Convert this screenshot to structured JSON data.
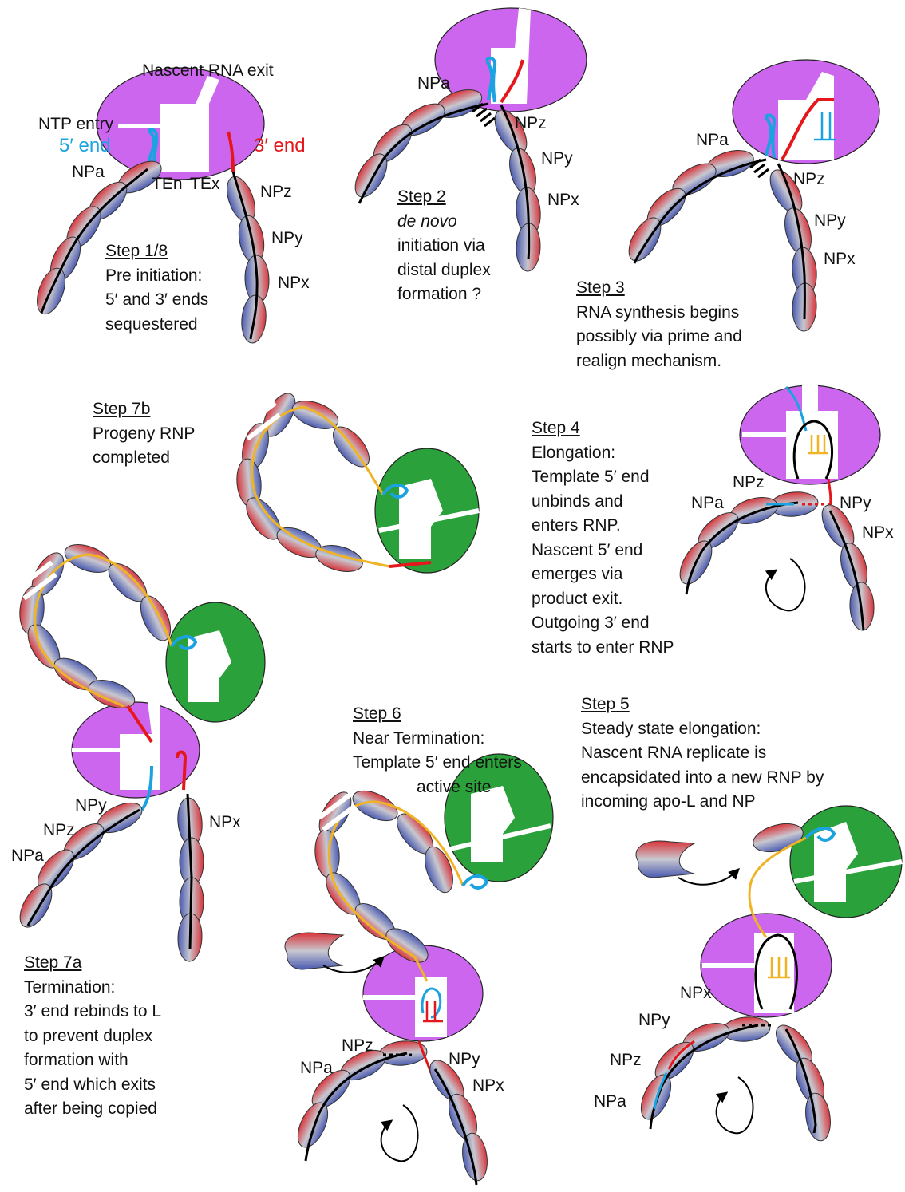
{
  "colors": {
    "polymerase": "#cc66ee",
    "progeny_polymerase": "#2aa13a",
    "five_prime": "#1aa3e0",
    "three_prime": "#e3171c",
    "nascent": "#f0b323",
    "np_red": "#d8343a",
    "np_blue": "#4a5ab0",
    "rna": "#000000"
  },
  "top_labels": {
    "nascent_exit": "Nascent RNA exit",
    "ntp_entry": "NTP entry",
    "five_end": "5′ end",
    "three_end": "3′ end",
    "ten": "TEn",
    "tex": "TEx"
  },
  "np": {
    "a": "NPa",
    "x": "NPx",
    "y": "NPy",
    "z": "NPz"
  },
  "steps": {
    "s1": {
      "title": "Step 1/8",
      "lines": [
        "Pre initiation:",
        "5′ and 3′ ends",
        "sequestered"
      ]
    },
    "s2": {
      "title": "Step 2",
      "italic": "de novo",
      "lines": [
        "initiation via",
        "distal duplex",
        "formation ?"
      ]
    },
    "s3": {
      "title": "Step 3",
      "lines": [
        "RNA synthesis begins",
        "possibly via prime and",
        "realign mechanism."
      ]
    },
    "s7b": {
      "title": "Step 7b",
      "lines": [
        "Progeny RNP",
        "completed"
      ]
    },
    "s4": {
      "title": "Step 4",
      "lines": [
        "Elongation:",
        "Template 5′ end",
        "unbinds and",
        "enters RNP.",
        "Nascent 5′ end",
        "emerges via",
        "product exit.",
        "Outgoing 3′ end",
        "starts to enter RNP"
      ]
    },
    "s6": {
      "title": "Step 6",
      "lines": [
        "Near Termination:",
        "Template 5′ end enters",
        "active site"
      ]
    },
    "s5": {
      "title": "Step 5",
      "lines": [
        "Steady state elongation:",
        "Nascent RNA replicate is",
        "encapsidated into a new RNP by",
        "incoming apo-L and NP"
      ]
    },
    "s7a": {
      "title": "Step 7a",
      "lines": [
        "Termination:",
        "3′ end rebinds to L",
        "to prevent duplex",
        "formation with",
        "5′ end which exits",
        "after being copied"
      ]
    }
  }
}
